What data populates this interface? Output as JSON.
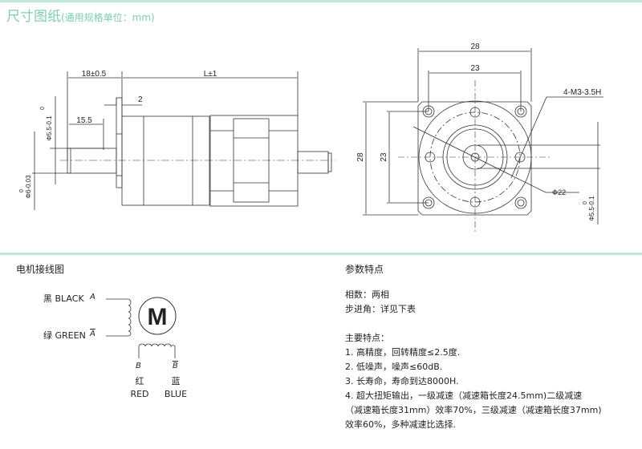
{
  "header": {
    "title": "尺寸图纸",
    "subtitle": "(通用规格单位：mm)"
  },
  "side_view": {
    "dim_shaft_len": "18±0.5",
    "dim_body_len": "L±1",
    "dim_flange": "2",
    "dim_flat": "15.5",
    "dim_flat_dia": "Φ5.5-0.1",
    "dim_flat_dia_upper": "0",
    "dim_shaft_dia": "Φ6-0.03",
    "dim_shaft_dia_upper": "0"
  },
  "front_view": {
    "dim_width": "28",
    "dim_hole_spacing": "23",
    "dim_height": "28",
    "dim_hole_spacing_v": "23",
    "holes": "4-M3-3.5H",
    "pilot_dia": "Φ22",
    "shaft_dia": "Φ5.5-0.1",
    "shaft_dia_upper": "0"
  },
  "wiring": {
    "title": "电机接线图",
    "motor": "M",
    "wires": [
      {
        "cn": "黑",
        "en": "BLACK",
        "pin": "A"
      },
      {
        "cn": "绿",
        "en": "GREEN",
        "pin": "A"
      },
      {
        "cn": "红",
        "en": "RED",
        "pin": "B"
      },
      {
        "cn": "蓝",
        "en": "BLUE",
        "pin": "B"
      }
    ]
  },
  "params": {
    "title": "参数特点",
    "lines": [
      "相数：两相",
      "步进角：详见下表",
      "主要特点：",
      "1. 高精度，回转精度≤2.5度.",
      "2. 低噪声，噪声≤60dB.",
      "3. 长寿命，寿命到达8000H.",
      "4. 超大扭矩输出，一级减速（减速箱长度24.5mm)二级减速",
      "（减速箱长度31mm）效率70%，三级减速（减速箱长度37mm)",
      "效率60%，多种减速比选择."
    ]
  }
}
